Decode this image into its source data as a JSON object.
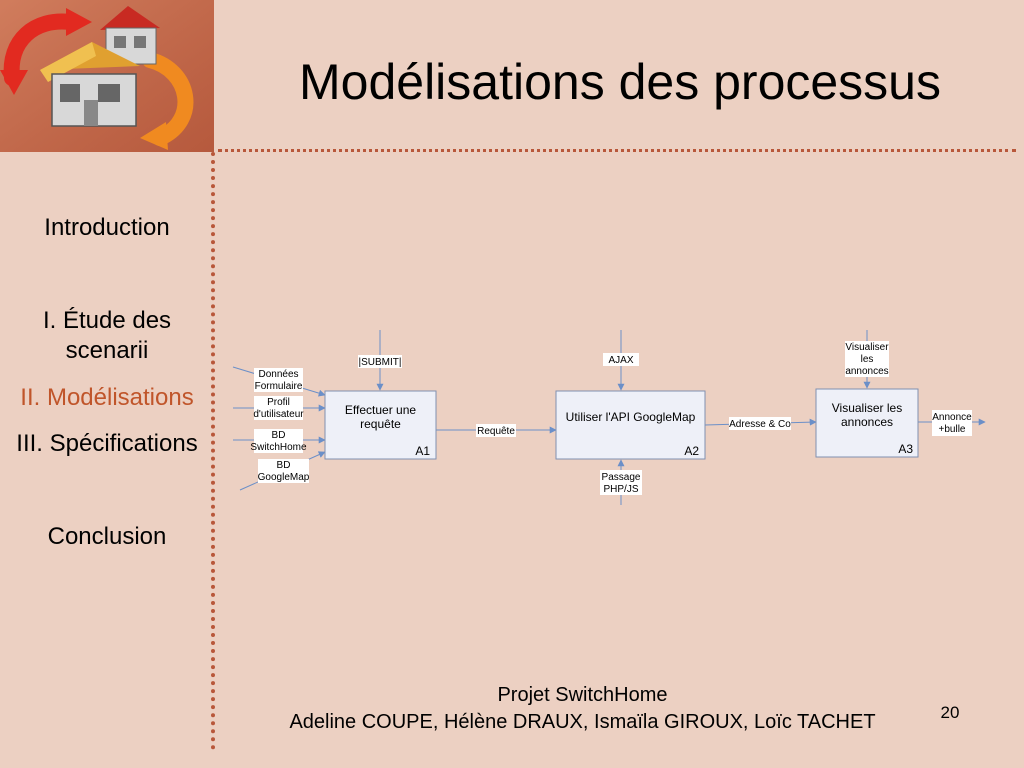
{
  "slide": {
    "title": "Modélisations des processus",
    "page_number": "20"
  },
  "nav": {
    "items": [
      {
        "label": "Introduction",
        "active": false
      },
      {
        "label": "I. Étude des scenarii",
        "active": false
      },
      {
        "label": "II. Modélisations",
        "active": true
      },
      {
        "label": "III. Spécifications",
        "active": false
      },
      {
        "label": "Conclusion",
        "active": false
      }
    ]
  },
  "diagram": {
    "activities": [
      {
        "id": "A1",
        "title": "Effectuer une requête",
        "code": "A1"
      },
      {
        "id": "A2",
        "title": "Utiliser l'API GoogleMap",
        "code": "A2"
      },
      {
        "id": "A3",
        "title": "Visualiser les annonces",
        "code": "A3"
      }
    ],
    "inputs_a1": [
      "Données Formulaire",
      "Profil d'utilisateur",
      "BD SwitchHome",
      "BD GoogleMap"
    ],
    "controls": {
      "a1": "|SUBMIT|",
      "a2": "AJAX",
      "a3": "Visualiser les annonces"
    },
    "mechanisms": {
      "a2": "Passage PHP/JS"
    },
    "flows": {
      "a1_a2": "Requête",
      "a2_a3": "Adresse & Co"
    },
    "output": "Annonce +bulle",
    "colors": {
      "box_fill": "#eef0f8",
      "box_stroke": "#8090b0",
      "arrow": "#6b8fc8"
    }
  },
  "footer": {
    "project": "Projet SwitchHome",
    "authors": "Adeline COUPE, Hélène DRAUX, Ismaïla GIROUX, Loïc TACHET"
  },
  "theme": {
    "background": "#ecd0c2",
    "accent": "#c0552a",
    "dotted_rule": "#b8573a"
  }
}
